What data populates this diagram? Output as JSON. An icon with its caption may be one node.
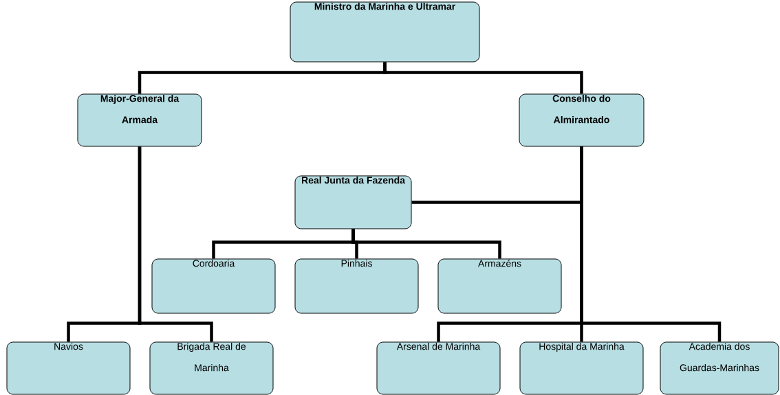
{
  "diagram": {
    "nodes": [
      {
        "text": [
          "Ministro da Marinha e Ultramar"
        ]
      },
      {
        "text": [
          "Major-General da Armada"
        ]
      },
      {
        "text": [
          "Conselho do Almirantado"
        ]
      },
      {
        "text": [
          "Real Junta da Fazenda"
        ]
      },
      {
        "text": [
          "Cordoaria"
        ]
      },
      {
        "text": [
          "Pinhais"
        ]
      },
      {
        "text": [
          "Armazéns"
        ]
      },
      {
        "text": [
          "Navios"
        ]
      },
      {
        "text": [
          "Brigada Real de Marinha"
        ]
      },
      {
        "text": [
          "Arsenal de Marinha"
        ]
      },
      {
        "text": [
          "Hospital da Marinha"
        ]
      },
      {
        "text": [
          "Academia dos Guardas-Marinhas"
        ]
      }
    ],
    "edges": [
      {
        "from": 0,
        "to": 1,
        "arrow": "none"
      },
      {
        "from": 0,
        "to": 2,
        "arrow": "none"
      },
      {
        "from": 2,
        "to": 3,
        "arrow": "none"
      },
      {
        "from": 3,
        "to": 4,
        "arrow": "none"
      },
      {
        "from": 3,
        "to": 5,
        "arrow": "none"
      },
      {
        "from": 3,
        "to": 6,
        "arrow": "none"
      },
      {
        "from": 1,
        "to": 7,
        "arrow": "none"
      },
      {
        "from": 1,
        "to": 8,
        "arrow": "none"
      },
      {
        "from": 2,
        "to": 9,
        "arrow": "none"
      },
      {
        "from": 2,
        "to": 10,
        "arrow": "none"
      },
      {
        "from": 2,
        "to": 11,
        "arrow": "none"
      }
    ]
  }
}
